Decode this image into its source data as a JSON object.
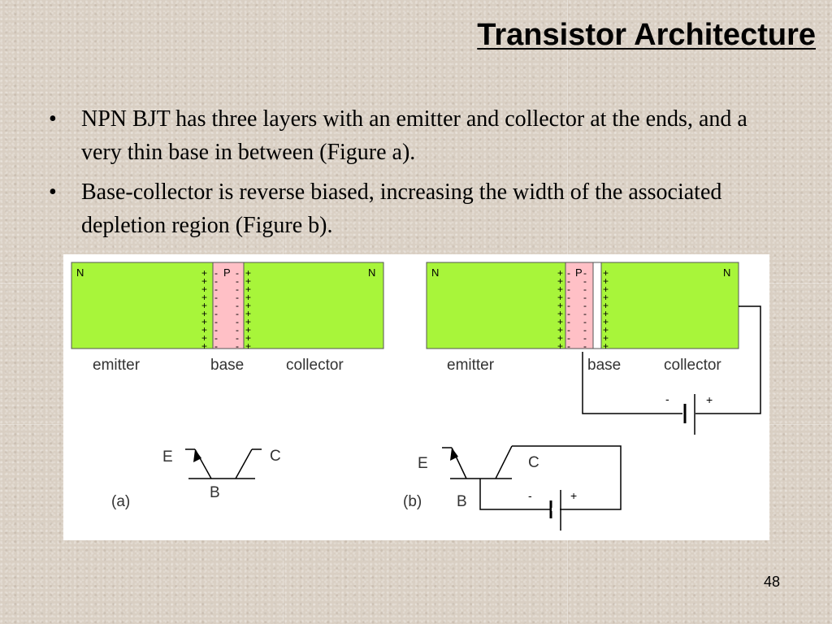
{
  "slide": {
    "title": "Transistor Architecture",
    "bullets": [
      "NPN BJT has three layers with an emitter and collector at the ends, and a very thin base in between (Figure a).",
      "Base-collector is reverse biased, increasing the width of the associated depletion region (Figure b)."
    ],
    "bullet_symbol": "•",
    "slide_number": "48"
  },
  "figure_a": {
    "n_left": "N",
    "p": "P",
    "n_right": "N",
    "emitter": "emitter",
    "base": "base",
    "collector": "collector",
    "sym_e": "E",
    "sym_c": "C",
    "sym_b": "B",
    "caption": "(a)"
  },
  "figure_b": {
    "n_left": "N",
    "p": "P",
    "n_right": "N",
    "emitter": "emitter",
    "base": "base",
    "collector": "collector",
    "battery_minus": "-",
    "battery_plus": "+",
    "sym_e": "E",
    "sym_c": "C",
    "sym_b": "B",
    "battery2_minus": "-",
    "battery2_plus": "+",
    "caption": "(b)"
  },
  "colors": {
    "n_region": "#a8f53a",
    "p_region": "#ffc0c6",
    "background": "#d9cfc3"
  }
}
